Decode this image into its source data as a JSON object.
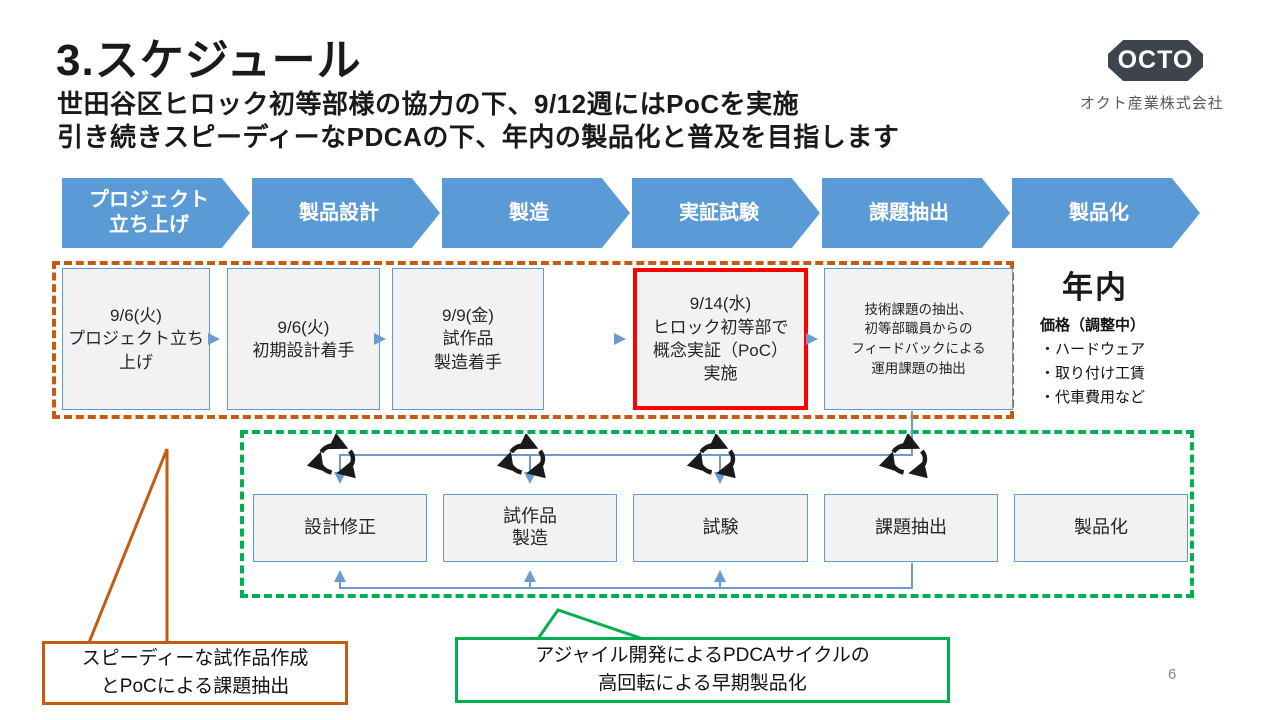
{
  "slide": {
    "title": "3.スケジュール",
    "subtitle_line1": "世田谷区ヒロック初等部様の協力の下、9/12週にはPoCを実施",
    "subtitle_line2": "引き続きスピーディーなPDCAの下、年内の製品化と普及を目指します",
    "page_number": "6"
  },
  "logo": {
    "mark": "OCTO",
    "company": "オクト産業株式会社"
  },
  "flow": {
    "chevrons": [
      {
        "line1": "プロジェクト",
        "line2": "立ち上げ"
      },
      {
        "line1": "製品設計",
        "line2": ""
      },
      {
        "line1": "製造",
        "line2": ""
      },
      {
        "line1": "実証試験",
        "line2": ""
      },
      {
        "line1": "課題抽出",
        "line2": ""
      },
      {
        "line1": "製品化",
        "line2": ""
      }
    ]
  },
  "phase1": {
    "boxes": [
      {
        "lines": [
          "9/6(火)",
          "プロジェクト立ち上げ"
        ]
      },
      {
        "lines": [
          "9/6(火)",
          "初期設計着手"
        ]
      },
      {
        "lines": [
          "9/9(金)",
          "試作品",
          "製造着手"
        ]
      },
      {
        "lines": [
          "9/14(水)",
          "ヒロック初等部で",
          "概念実証（PoC）",
          "実施"
        ]
      },
      {
        "lines": [
          "技術課題の抽出、",
          "初等部職員からの",
          "フィードバックによる",
          "運用課題の抽出"
        ]
      }
    ]
  },
  "side": {
    "deadline": "年内",
    "price_title": "価格（調整中）",
    "price_items": [
      "・ハードウェア",
      "・取り付け工賃",
      "・代車費用など"
    ]
  },
  "cycle": {
    "boxes": [
      {
        "lines": [
          "設計修正"
        ]
      },
      {
        "lines": [
          "試作品",
          "製造"
        ]
      },
      {
        "lines": [
          "試験"
        ]
      },
      {
        "lines": [
          "課題抽出"
        ]
      },
      {
        "lines": [
          "製品化"
        ]
      }
    ]
  },
  "callouts": {
    "speedy": {
      "line1": "スピーディーな試作品作成",
      "line2": "とPoCによる課題抽出"
    },
    "agile": {
      "line1": "アジャイル開発によるPDCAサイクルの",
      "line2": "高回転による早期製品化"
    }
  },
  "colors": {
    "chevron_blue": "#5b9bd5",
    "box_fill": "#f2f2f2",
    "box_border_blue": "#5b9bd5",
    "highlight_red": "#ff0000",
    "region_orange": "#c55a11",
    "region_green": "#00b050",
    "connector_blue": "#6c9bd2",
    "logo_dark": "#3e444c"
  }
}
